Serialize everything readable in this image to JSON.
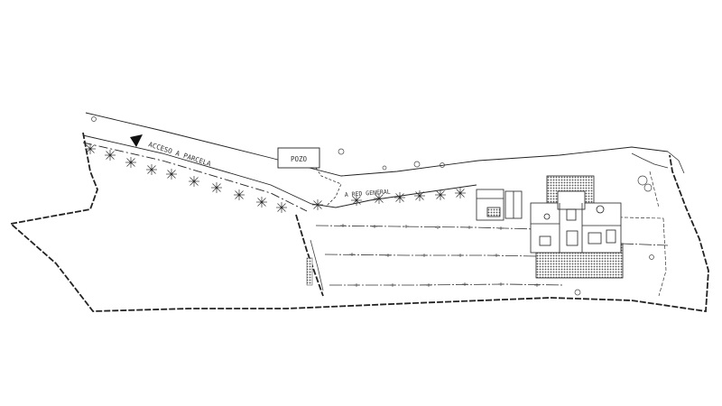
{
  "labels": {
    "access": "ACCESO A PARCELA",
    "well": "POZO",
    "network": "A RED GENERAL"
  },
  "colors": {
    "line": "#222222",
    "hatch": "#444444",
    "paper": "#ffffff"
  }
}
